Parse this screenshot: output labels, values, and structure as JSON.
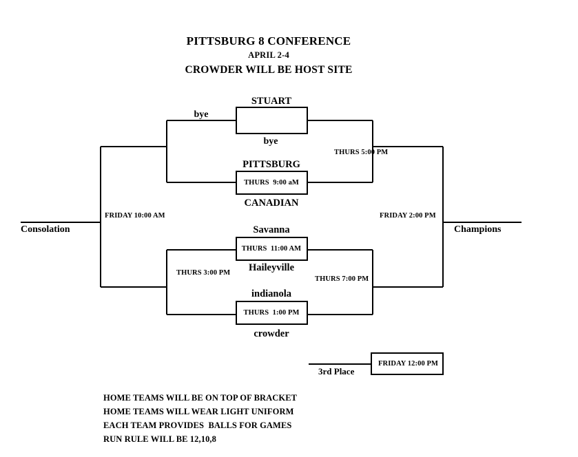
{
  "title": {
    "line1": "PITTSBURG 8 CONFERENCE",
    "line2": "APRIL 2-4",
    "line3": "CROWDER WILL BE HOST SITE"
  },
  "bracket": {
    "left_end_label": "Consolation",
    "right_end_label": "Champions",
    "consolation_time": "FRIDAY 10:00 AM",
    "final_time": "FRIDAY 2:00 PM",
    "upper": {
      "bye_left": "bye",
      "game1": {
        "top_team": "STUART",
        "bottom_team": "bye",
        "time": ""
      },
      "game2": {
        "top_team": "PITTSBURG",
        "bottom_team": "CANADIAN",
        "time": "THURS  9:00 aM"
      },
      "semi_time": "THURS 5:00 PM"
    },
    "lower": {
      "feed_time": "THURS 3:00 PM",
      "game3": {
        "top_team": "Savanna",
        "bottom_team": "Haileyville",
        "time": "THURS  11:00 AM"
      },
      "game4": {
        "top_team": "indianola",
        "bottom_team": "crowder",
        "time": "THURS  1:00 PM"
      },
      "semi_time": "THURS 7:00 PM"
    },
    "third_place": {
      "label": "3rd Place",
      "time": "FRIDAY 12:00 PM"
    }
  },
  "footer": {
    "notes": [
      "HOME TEAMS WILL BE ON TOP OF BRACKET",
      "HOME TEAMS WILL WEAR LIGHT UNIFORM",
      "EACH TEAM PROVIDES  BALLS FOR GAMES",
      "RUN RULE WILL BE 12,10,8"
    ]
  },
  "colors": {
    "line": "#000000",
    "text": "#000000",
    "background": "#ffffff"
  }
}
